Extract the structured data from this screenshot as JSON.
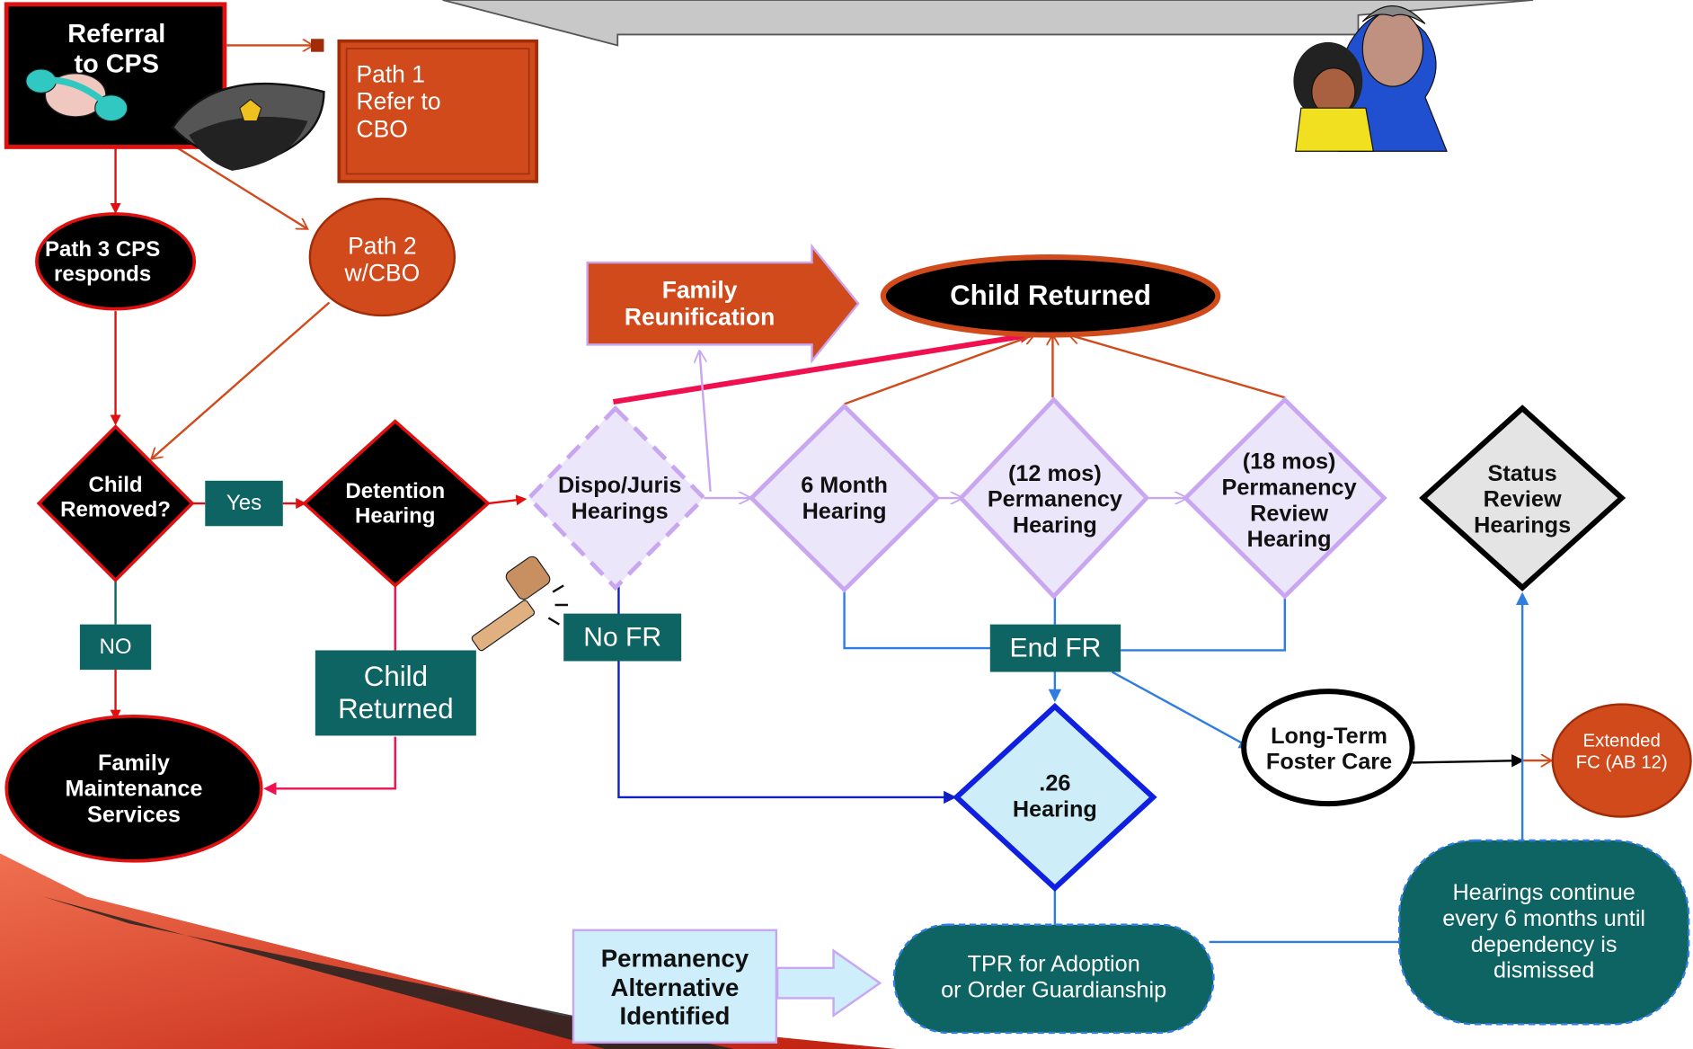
{
  "referral": "Referral\nto CPS",
  "path1": "Path 1\nRefer to\nCBO",
  "path2": "Path 2\nw/CBO",
  "path3": "Path 3 CPS\nresponds",
  "child_removed": "Child\nRemoved?",
  "yes": "Yes",
  "no": "NO",
  "detention": "Detention\nHearing",
  "child_returned_small": "Child\nReturned",
  "family_maintenance": "Family\nMaintenance\nServices",
  "family_reunification": "Family\nReunification",
  "child_returned": "Child Returned",
  "dispo": "Dispo/Juris\nHearings",
  "no_fr": "No FR",
  "six_month": "6 Month\nHearing",
  "twelve": "(12 mos)\nPermanency\nHearing",
  "eighteen": "(18 mos)\nPermanency\nReview\nHearing",
  "status_review": "Status\nReview\nHearings",
  "end_fr": "End FR",
  "long_term": "Long-Term\nFoster Care",
  "extended_fc": "Extended\nFC (AB 12)",
  "hearing26": ".26\nHearing",
  "perm_alt": "Permanency\nAlternative\nIdentified",
  "tpr": "TPR for Adoption\nor Order Guardianship",
  "hearings_continue": "Hearings continue\nevery 6 months until\ndependency is\ndismissed",
  "colors": {
    "orange": "#d04a1c",
    "teal": "#0e6462",
    "lavender": "#c8a6f0",
    "pink": "#f01050",
    "blue": "#2f7de0",
    "navy": "#1020c0",
    "red": "#e01010"
  }
}
